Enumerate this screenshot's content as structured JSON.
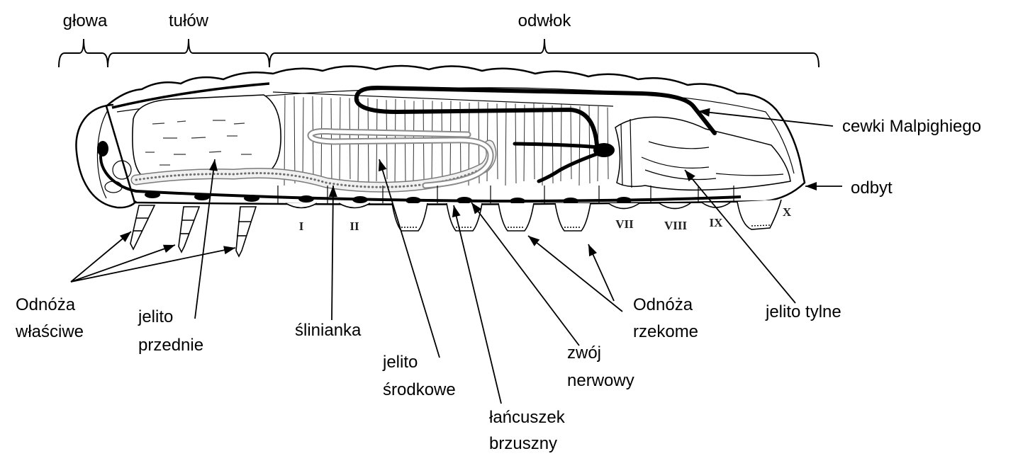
{
  "regions": {
    "head": "głowa",
    "thorax": "tułów",
    "abdomen": "odwłok"
  },
  "labels": {
    "malpighian_tubules": "cewki Malpighiego",
    "anus": "odbyt",
    "true_legs": [
      "Odnóża",
      "właściwe"
    ],
    "foregut": [
      "jelito",
      "przednie"
    ],
    "salivary_gland": "ślinianka",
    "midgut": [
      "jelito",
      "środkowe"
    ],
    "ventral_nerve_cord": [
      "łańcuszek",
      "brzuszny"
    ],
    "ganglion": [
      "zwój",
      "nerwowy"
    ],
    "prolegs": [
      "Odnóża",
      "rzekome"
    ],
    "hindgut": "jelito tylne"
  },
  "segment_numerals": [
    "I",
    "II",
    "VII",
    "VIII",
    "IX",
    "X"
  ]
}
